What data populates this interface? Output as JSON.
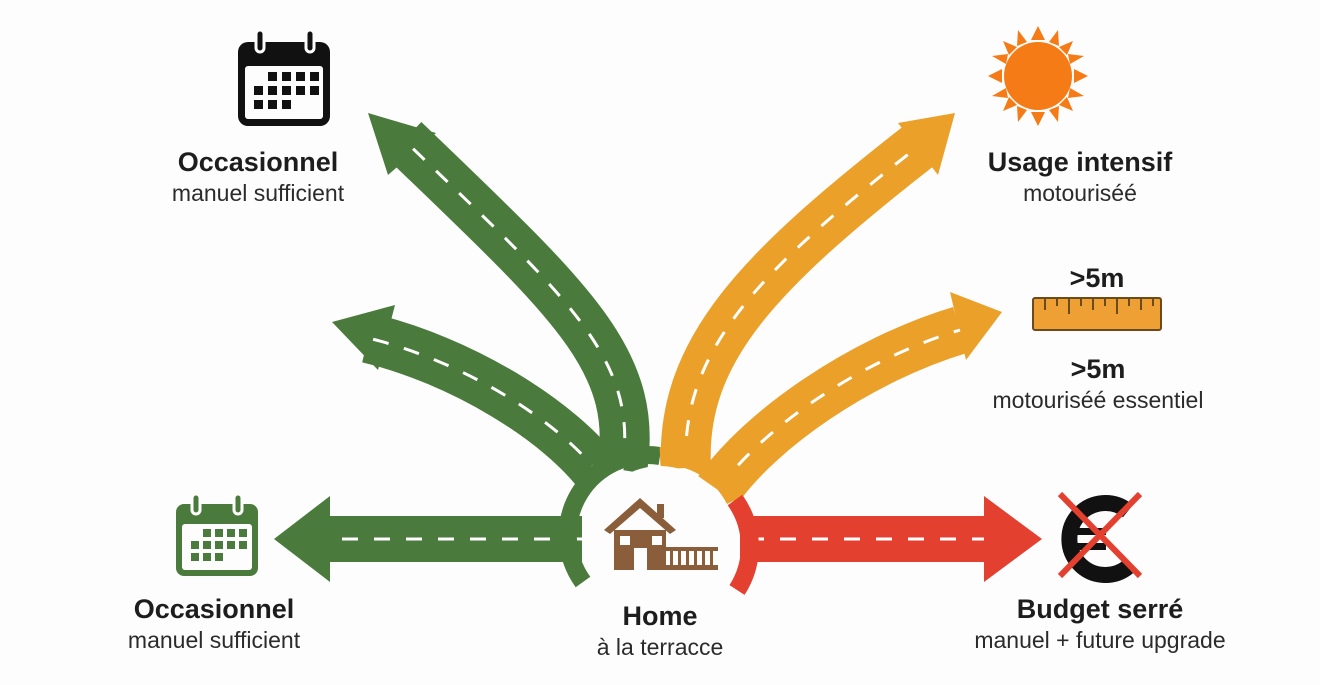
{
  "colors": {
    "green": "#4a7a3c",
    "orange": "#eba129",
    "red": "#e3402f",
    "sun": "#f57b16",
    "house": "#8a5e3a",
    "ruler": "#efa035",
    "dash": "#ffffff"
  },
  "center": {
    "title": "Home",
    "subtitle": "à la terracce",
    "icon": "house-terrace-icon"
  },
  "branches": [
    {
      "id": "occasional-top",
      "color": "green",
      "title": "Occasionnel",
      "subtitle": "manuel sufficient",
      "icon": "calendar-icon"
    },
    {
      "id": "occasional-mid",
      "color": "green",
      "title": "",
      "subtitle": "",
      "icon": ""
    },
    {
      "id": "occasional-left",
      "color": "green",
      "title": "Occasionnel",
      "subtitle": "manuel sufficient",
      "icon": "calendar-icon"
    },
    {
      "id": "intensive",
      "color": "orange",
      "title": "Usage intensif",
      "subtitle": "motouriséé",
      "icon": "sun-icon"
    },
    {
      "id": "long",
      "color": "orange",
      "title": ">5m",
      "title2": ">5m",
      "subtitle": "motouriséé essentiel",
      "icon": "ruler-icon"
    },
    {
      "id": "budget",
      "color": "red",
      "title": "Budget serré",
      "subtitle": "manuel + future upgrade",
      "icon": "crossed-euro-icon"
    }
  ]
}
